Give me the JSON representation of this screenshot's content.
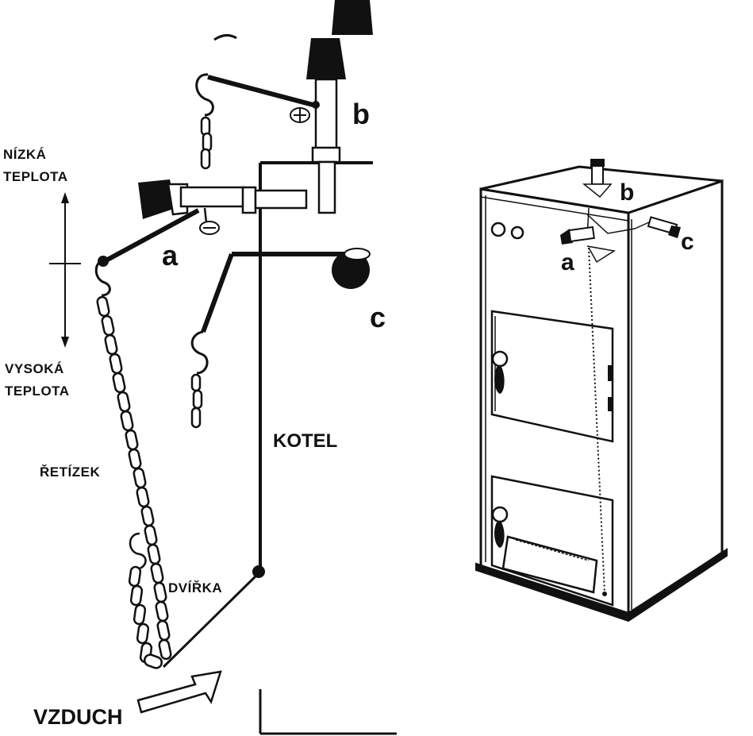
{
  "labels": {
    "low_temp_line1": "NÍZKÁ",
    "low_temp_line2": "TEPLOTA",
    "high_temp_line1": "VYSOKÁ",
    "high_temp_line2": "TEPLOTA",
    "chain": "ŘETÍZEK",
    "door": "DVÍŘKA",
    "air": "VZDUCH",
    "boiler": "KOTEL",
    "lever_a": "a",
    "lever_b": "b",
    "lever_c": "c"
  },
  "boiler_labels": {
    "a": "a",
    "b": "b",
    "c": "c"
  }
}
